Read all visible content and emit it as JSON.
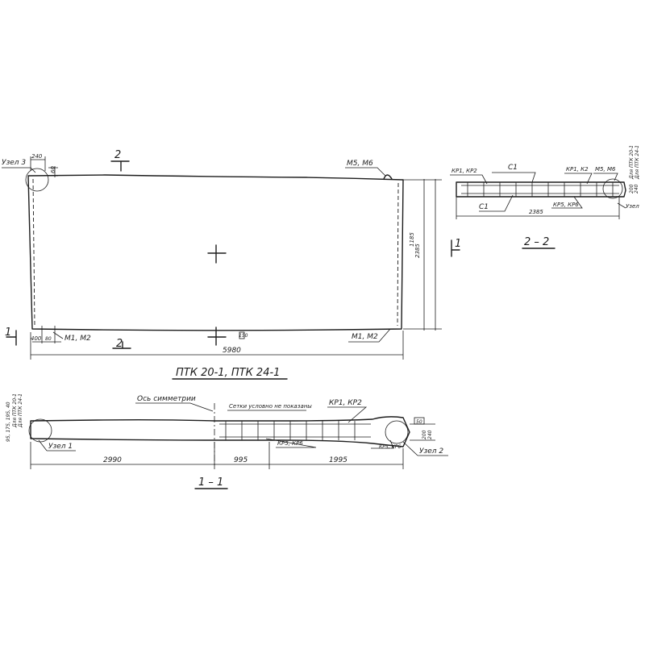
{
  "plan": {
    "title": "ПТК 20-1, ПТК 24-1",
    "node3": "Узел 3",
    "dim_top_240": "240",
    "dim_top_60": "60",
    "loops_top_right": "М5, М6",
    "loops_bottom_left": "М1, М2",
    "loops_bottom_right": "М1, М2",
    "dim_400": "400",
    "dim_80": "80",
    "dim_length": "5980",
    "dim_mid_small": "150",
    "dim_width": "2385",
    "dim_width_alt": "1185",
    "cut_2": "2",
    "cut_1": "1"
  },
  "section_2_2": {
    "title": "2 – 2",
    "kr12": "КР1, КР2",
    "c1_top": "С1",
    "kr1k2": "КР1, К2",
    "m56": "М5, М6",
    "c1_bottom": "С1",
    "kr56": "КР5, КР6",
    "dim_2385": "2385",
    "node": "Узел",
    "dim_200": "200",
    "dim_240": "240",
    "note_1": "Для ПТК 20-1",
    "note_2": "Для ПТК 24-1"
  },
  "section_1_1": {
    "title": "1 – 1",
    "axis": "Ось симметрии",
    "mesh_note": "Сетки условно не показаны",
    "kr12": "КР1, КР2",
    "kr56": "КР5, КР6",
    "kr56_b": "КР5, КР6",
    "node1": "Узел 1",
    "node2": "Узел 2",
    "dim_2990": "2990",
    "dim_995": "995",
    "dim_1995": "1995",
    "dim_200": "200",
    "dim_240": "240",
    "box": "50",
    "left_dims": "95, 175, 195, 40",
    "left_note_1": "Для ПТК 20-1",
    "left_note_2": "Для ПТК 24-1"
  },
  "colors": {
    "ink": "#1c1c1c",
    "paper": "#ffffff"
  }
}
